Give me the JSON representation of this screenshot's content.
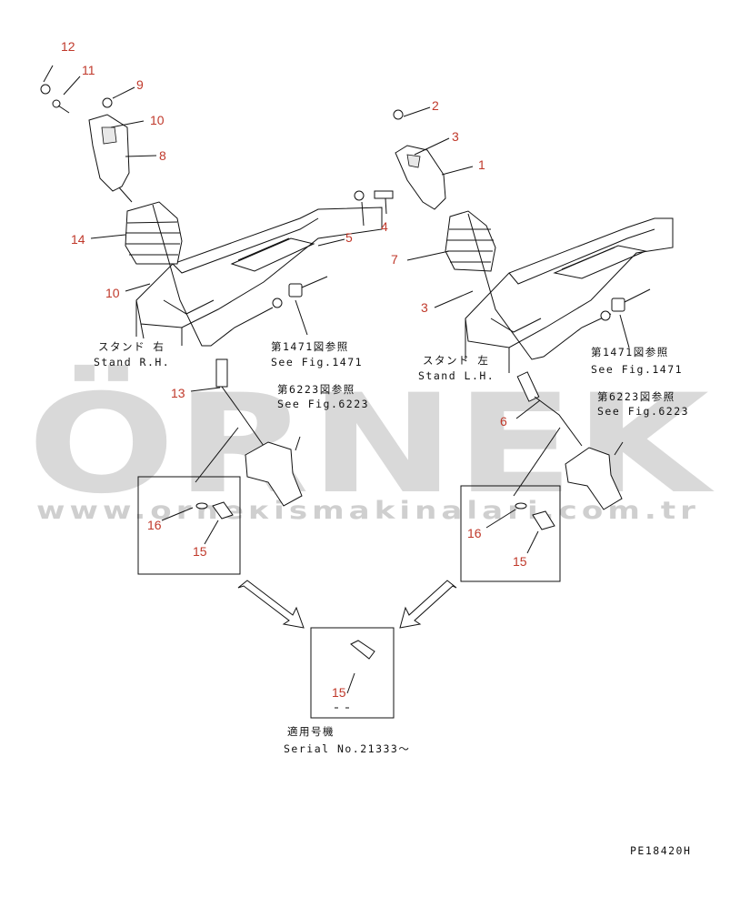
{
  "watermark": {
    "brand": "ÖRNEK",
    "url": "www.orneкismakinalari.com.tr",
    "accent_color": "#f5c242"
  },
  "callouts": {
    "n1": "1",
    "n2": "2",
    "n3a": "3",
    "n3b": "3",
    "n4": "4",
    "n5": "5",
    "n6": "6",
    "n7": "7",
    "n8": "8",
    "n9": "9",
    "n10a": "10",
    "n10b": "10",
    "n11": "11",
    "n12": "12",
    "n13": "13",
    "n14": "14",
    "n15a": "15",
    "n15b": "15",
    "n15c": "15",
    "n16a": "16",
    "n16b": "16"
  },
  "labels": {
    "stand_rh_jp": "スタンド 右",
    "stand_rh_en": "Stand R.H.",
    "stand_lh_jp": "スタンド 左",
    "stand_lh_en": "Stand L.H.",
    "ref1471_jp_right": "第1471図参照",
    "ref1471_en_right": "See Fig.1471",
    "ref1471_jp_left": "第1471図参照",
    "ref1471_en_left": "See Fig.1471",
    "ref6223_jp_right": "第6223図参照",
    "ref6223_en_right": "See Fig.6223",
    "ref6223_jp_left": "第6223図参照",
    "ref6223_en_left": "See Fig.6223",
    "serial_jp": "適用号機",
    "serial_en": "Serial No.21333〜",
    "drawing_code": "PE18420H"
  }
}
